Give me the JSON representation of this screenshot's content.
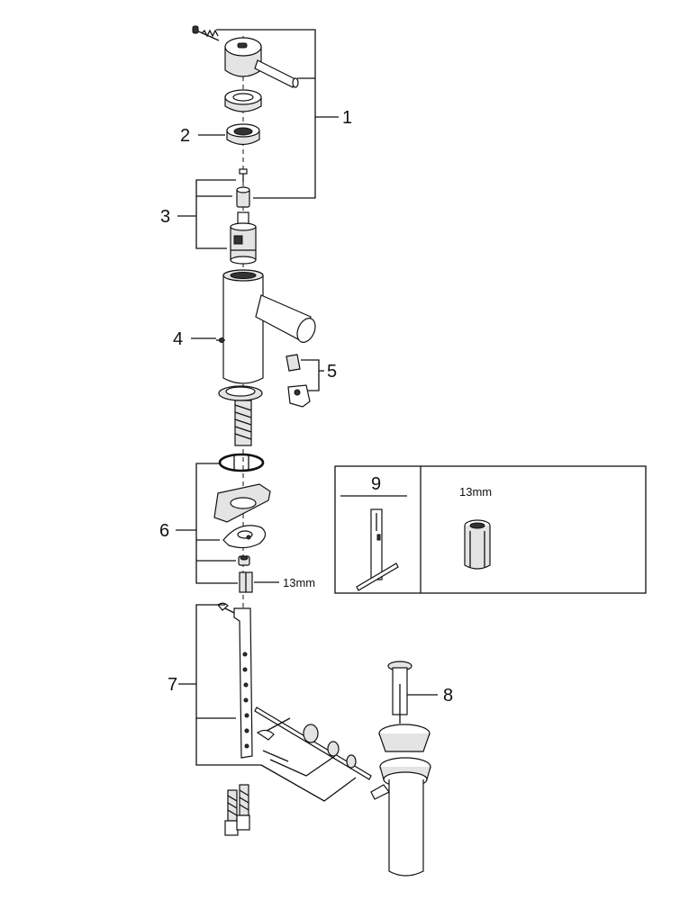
{
  "callouts": {
    "c1": "1",
    "c2": "2",
    "c3": "3",
    "c4": "4",
    "c5": "5",
    "c6": "6",
    "c7": "7",
    "c8": "8"
  },
  "nut_size_label": "13mm",
  "tool_box": {
    "tool_number": "9",
    "nut_size_label": "13mm"
  }
}
